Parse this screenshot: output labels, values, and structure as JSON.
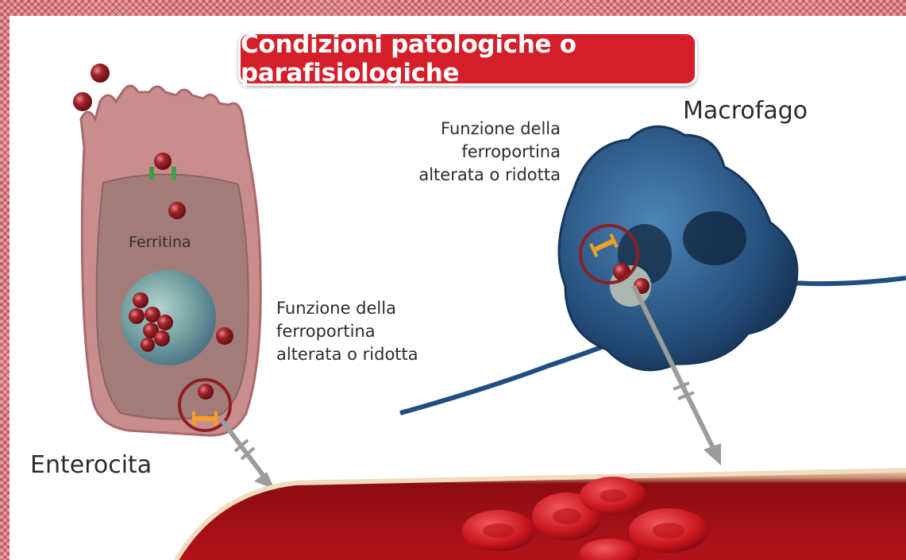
{
  "title": "Condizioni patologiche o parafisiologiche",
  "labels": {
    "macrophage": "Macrofago",
    "enterocyte": "Enterocita",
    "ferritin": "Ferritina",
    "ferroportin_macrophage": [
      "Funzione della",
      "ferroportina",
      "alterata o ridotta"
    ],
    "ferroportin_enterocyte": [
      "Funzione della",
      "ferroportina",
      "alterata o ridotta"
    ]
  },
  "colors": {
    "banner": "#d41f2a",
    "enterocyte": "#c98d8e",
    "macrophage": "#2d5f8f",
    "iron": "#9b1b22",
    "vessel": "#b5121b",
    "ferroportin": "#f2a024",
    "transporter": "#3aa04a"
  }
}
